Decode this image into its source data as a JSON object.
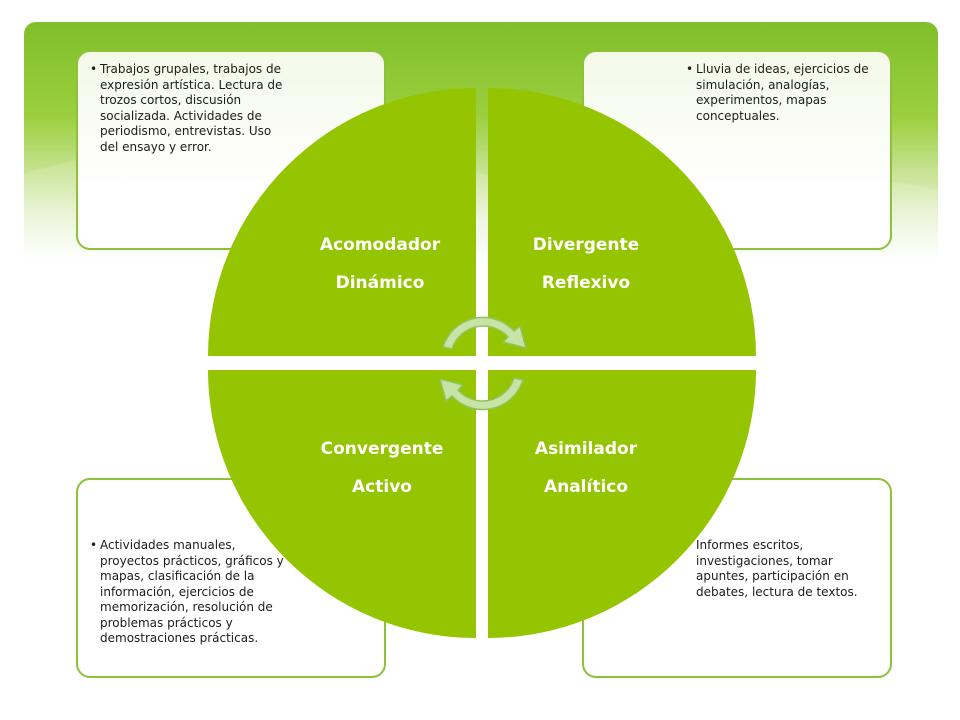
{
  "quadrants": {
    "top_left": {
      "title": "Acomodador",
      "subtitle": "Dinámico"
    },
    "top_right": {
      "title": "Divergente",
      "subtitle": "Reflexivo"
    },
    "bottom_left": {
      "title": "Convergente",
      "subtitle": "Activo"
    },
    "bottom_right": {
      "title": "Asimilador",
      "subtitle": "Analítico"
    }
  },
  "boxes": {
    "top_left": "Trabajos grupales, trabajos de expresión artística. Lectura de trozos cortos, discusión socializada. Actividades de periodismo, entrevistas. Uso del ensayo y error.",
    "top_right": "Lluvia de ideas, ejercicios de simulación, analogías, experimentos, mapas conceptuales.",
    "bottom_left": "Actividades manuales, proyectos prácticos, gráficos y mapas, clasificación de la información, ejercicios de memorización, resolución de problemas prácticos y demostraciones prácticas.",
    "bottom_right": "Informes escritos, investigaciones, tomar apuntes, participación en debates, lectura de textos."
  },
  "colors": {
    "quadrant_fill": "#95c500",
    "box_border": "#8dc13a",
    "arrow_fill": "#c8e3a6",
    "arrow_stroke": "#93c25f"
  },
  "icons": [
    "cycle-arrow-icon"
  ]
}
